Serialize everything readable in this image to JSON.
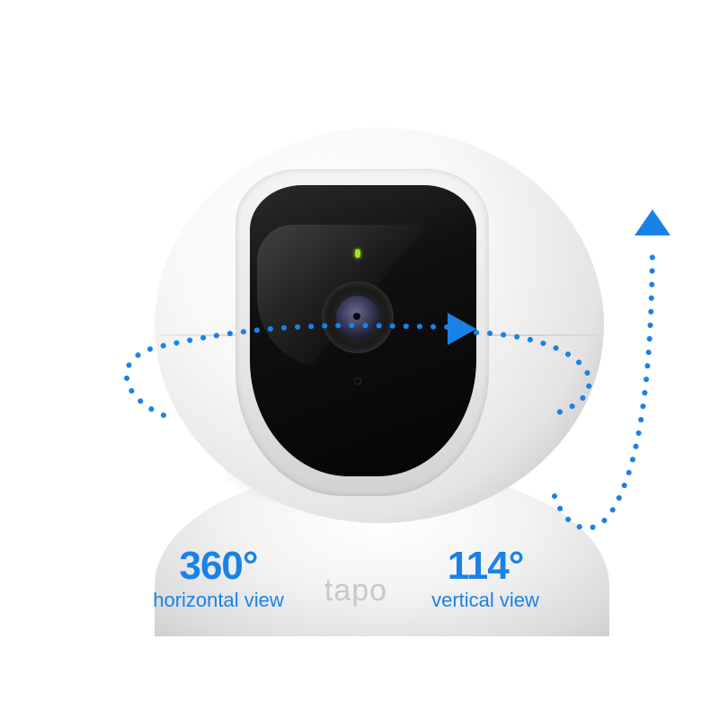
{
  "product": {
    "brand_logo": "tapo",
    "colors": {
      "accent_blue": "#1a82e6",
      "body_white": "#f4f4f4",
      "face_black": "#0a0a0a",
      "status_led_green": "#9be41e",
      "logo_gray": "#c8c8c8"
    }
  },
  "specs": {
    "horizontal": {
      "value": "360°",
      "label": "horizontal view"
    },
    "vertical": {
      "value": "114°",
      "label": "vertical view"
    }
  },
  "icons": {
    "horizontal_arrow": "dotted-rotation-arrow-icon",
    "vertical_arrow": "dotted-tilt-arrow-icon"
  }
}
